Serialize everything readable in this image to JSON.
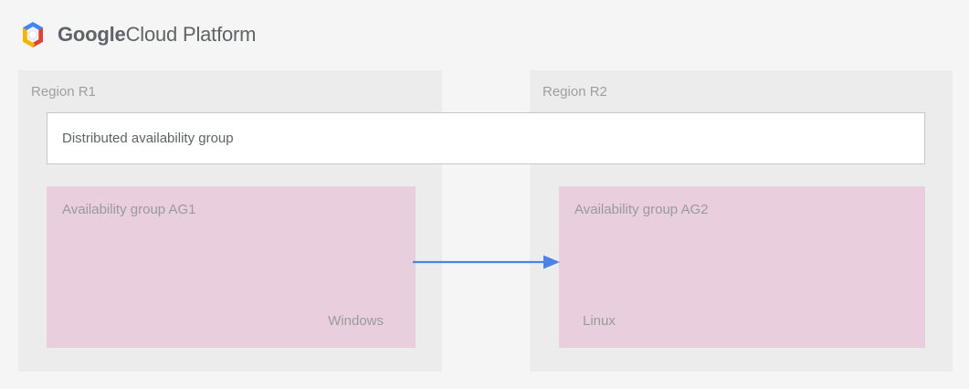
{
  "brand": {
    "logo_icon": "google-cloud-platform-logo-icon",
    "name_strong": "Google",
    "name_light": "Cloud Platform",
    "logo_colors": {
      "blue": "#4285F4",
      "red": "#DB4437",
      "yellow": "#F4B400",
      "center": "#FFFFFF"
    }
  },
  "canvas": {
    "background": "#f5f5f5",
    "region_background": "#ececec",
    "availability_group_background": "#e9cedd",
    "box_background": "#ffffff",
    "box_border": "#c8c8c8",
    "arrow_color": "#4c82e3",
    "label_color": "#9e9e9e",
    "text_color": "#5f6368"
  },
  "regions": [
    {
      "id": "r1",
      "label": "Region R1",
      "availability_group": {
        "title": "Availability group AG1",
        "os": "Windows"
      }
    },
    {
      "id": "r2",
      "label": "Region R2",
      "availability_group": {
        "title": "Availability group AG2",
        "os": "Linux"
      }
    }
  ],
  "distributed_availability_group": {
    "label": "Distributed availability group"
  },
  "connector": {
    "name": "replication-arrow",
    "direction": "left-to-right",
    "from": "Availability group AG1",
    "to": "Availability group AG2",
    "color": "#4c82e3"
  }
}
